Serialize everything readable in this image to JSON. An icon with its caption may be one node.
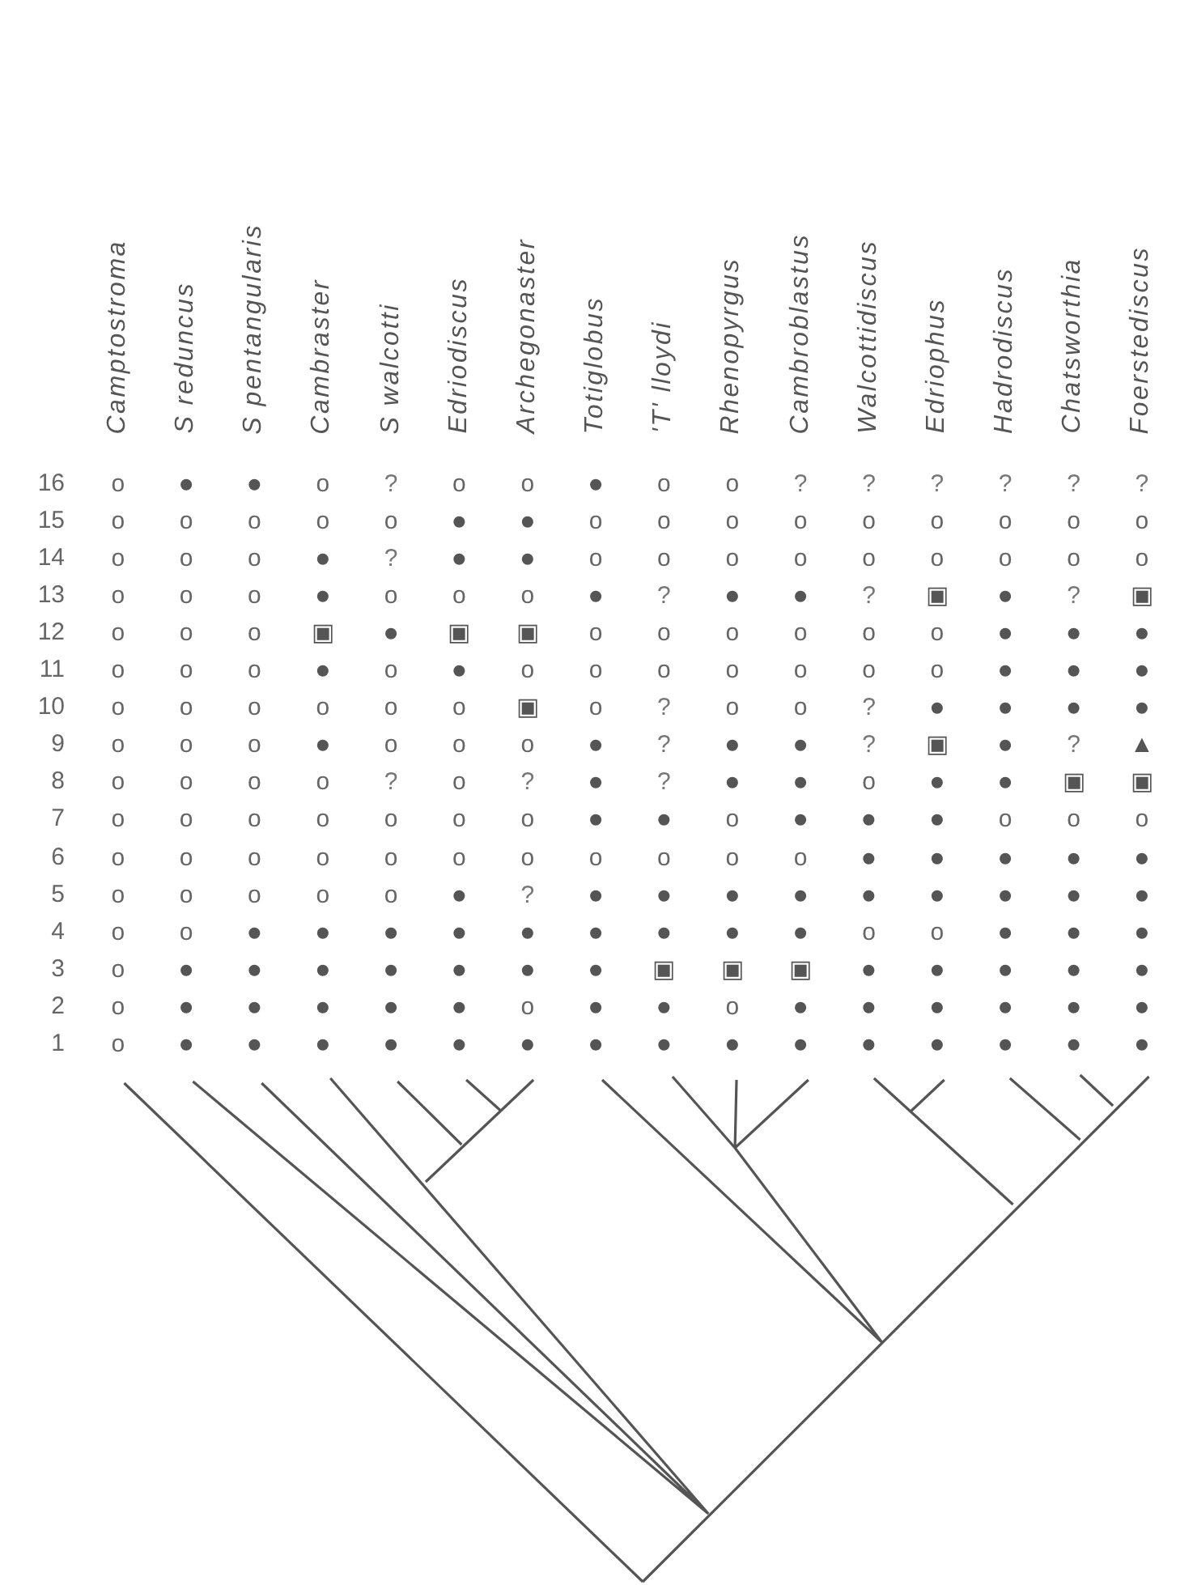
{
  "diagram": {
    "labels": [
      "Camptostroma",
      "S reduncus",
      "S pentangularis",
      "Cambraster",
      "S walcotti",
      "Edriodiscus",
      "Archegonaster",
      "Totiglobus",
      "'T' lloydi",
      "Rhenopyrgus",
      "Cambroblastus",
      "Walcottidiscus",
      "Edriophus",
      "Hadrodiscus",
      "Chatsworthia",
      "Foerstediscus",
      "16",
      "o",
      "•",
      "•",
      "o",
      "?",
      "o",
      "o",
      "•",
      "o",
      "o",
      "?",
      "?",
      "?",
      "?",
      "?",
      "?",
      "15",
      "o",
      "o",
      "o",
      "o",
      "o",
      "•",
      "•",
      "o",
      "o",
      "o",
      "o",
      "o",
      "o",
      "o",
      "o",
      "o",
      "14",
      "o",
      "o",
      "o",
      "•",
      "?",
      "•",
      "•",
      "o",
      "o",
      "o",
      "o",
      "o",
      "o",
      "o",
      "o",
      "o",
      "13",
      "o",
      "o",
      "o",
      "•",
      "o",
      "o",
      "o",
      "•",
      "?",
      "•",
      "•",
      "?",
      "▣",
      "•",
      "?",
      "▣",
      "12",
      "o",
      "o",
      "o",
      "▣",
      "•",
      "▣",
      "▣",
      "o",
      "o",
      "o",
      "o",
      "o",
      "o",
      "•",
      "•",
      "•",
      "11",
      "o",
      "o",
      "o",
      "•",
      "o",
      "•",
      "o",
      "o",
      "o",
      "o",
      "o",
      "o",
      "o",
      "•",
      "•",
      "•",
      "10",
      "o",
      "o",
      "o",
      "o",
      "o",
      "o",
      "▣",
      "o",
      "?",
      "o",
      "o",
      "?",
      "•",
      "•",
      "•",
      "•",
      "9",
      "o",
      "o",
      "o",
      "•",
      "o",
      "o",
      "o",
      "•",
      "?",
      "•",
      "•",
      "?",
      "▣",
      "•",
      "?",
      "▲",
      "8",
      "o",
      "o",
      "o",
      "o",
      "?",
      "o",
      "?",
      "•",
      "?",
      "•",
      "•",
      "o",
      "•",
      "•",
      "▣",
      "▣",
      "7",
      "o",
      "o",
      "o",
      "o",
      "o",
      "o",
      "o",
      "•",
      "•",
      "o",
      "•",
      "•",
      "•",
      "o",
      "o",
      "o",
      "6",
      "o",
      "o",
      "o",
      "o",
      "o",
      "o",
      "o",
      "o",
      "o",
      "o",
      "o",
      "•",
      "•",
      "•",
      "•",
      "•",
      "5",
      "o",
      "o",
      "o",
      "o",
      "o",
      "•",
      "?",
      "•",
      "•",
      "•",
      "•",
      "•",
      "•",
      "•",
      "•",
      "•",
      "4",
      "o",
      "o",
      "•",
      "•",
      "•",
      "•",
      "•",
      "•",
      "•",
      "•",
      "•",
      "o",
      "o",
      "•",
      "•",
      "•",
      "3",
      "o",
      "•",
      "•",
      "•",
      "•",
      "•",
      "•",
      "•",
      "▣",
      "▣",
      "▣",
      "•",
      "•",
      "•",
      "•",
      "•",
      "2",
      "o",
      "•",
      "•",
      "•",
      "•",
      "•",
      "o",
      "•",
      "•",
      "o",
      "•",
      "•",
      "•",
      "•",
      "•",
      "•",
      "1",
      "o",
      "•",
      "•",
      "•",
      "•",
      "•",
      "•",
      "•",
      "•",
      "•",
      "•",
      "•",
      "•",
      "•",
      "•",
      "•"
    ]
  }
}
